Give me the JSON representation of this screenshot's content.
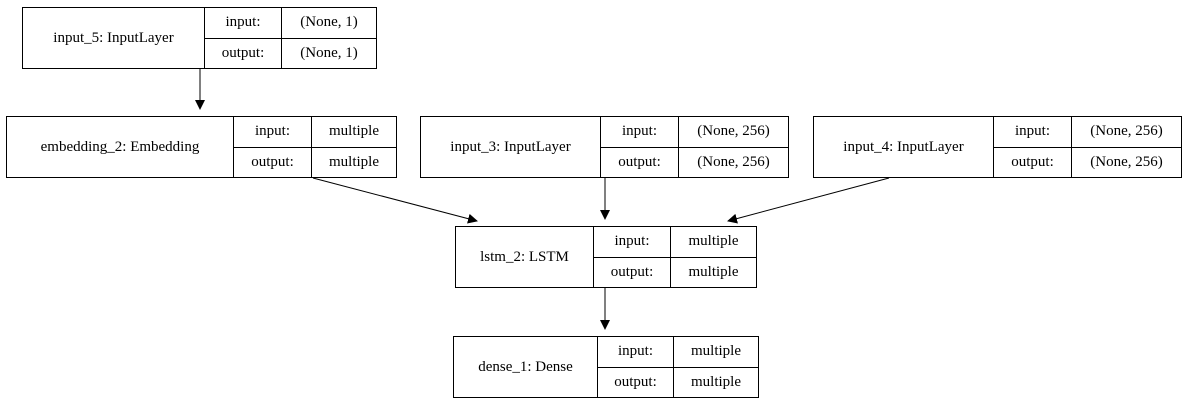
{
  "diagram": {
    "type": "keras-model-graph",
    "background_color": "#ffffff",
    "line_color": "#000000",
    "nodes": [
      {
        "id": "input_5",
        "name": "input_5: InputLayer",
        "input_label": "input:",
        "output_label": "output:",
        "input_value": "(None, 1)",
        "output_value": "(None, 1)"
      },
      {
        "id": "embedding_2",
        "name": "embedding_2: Embedding",
        "input_label": "input:",
        "output_label": "output:",
        "input_value": "multiple",
        "output_value": "multiple"
      },
      {
        "id": "input_3",
        "name": "input_3: InputLayer",
        "input_label": "input:",
        "output_label": "output:",
        "input_value": "(None, 256)",
        "output_value": "(None, 256)"
      },
      {
        "id": "input_4",
        "name": "input_4: InputLayer",
        "input_label": "input:",
        "output_label": "output:",
        "input_value": "(None, 256)",
        "output_value": "(None, 256)"
      },
      {
        "id": "lstm_2",
        "name": "lstm_2: LSTM",
        "input_label": "input:",
        "output_label": "output:",
        "input_value": "multiple",
        "output_value": "multiple"
      },
      {
        "id": "dense_1",
        "name": "dense_1: Dense",
        "input_label": "input:",
        "output_label": "output:",
        "input_value": "multiple",
        "output_value": "multiple"
      }
    ],
    "edges": [
      {
        "from": "input_5",
        "to": "embedding_2"
      },
      {
        "from": "embedding_2",
        "to": "lstm_2"
      },
      {
        "from": "input_3",
        "to": "lstm_2"
      },
      {
        "from": "input_4",
        "to": "lstm_2"
      },
      {
        "from": "lstm_2",
        "to": "dense_1"
      }
    ]
  }
}
